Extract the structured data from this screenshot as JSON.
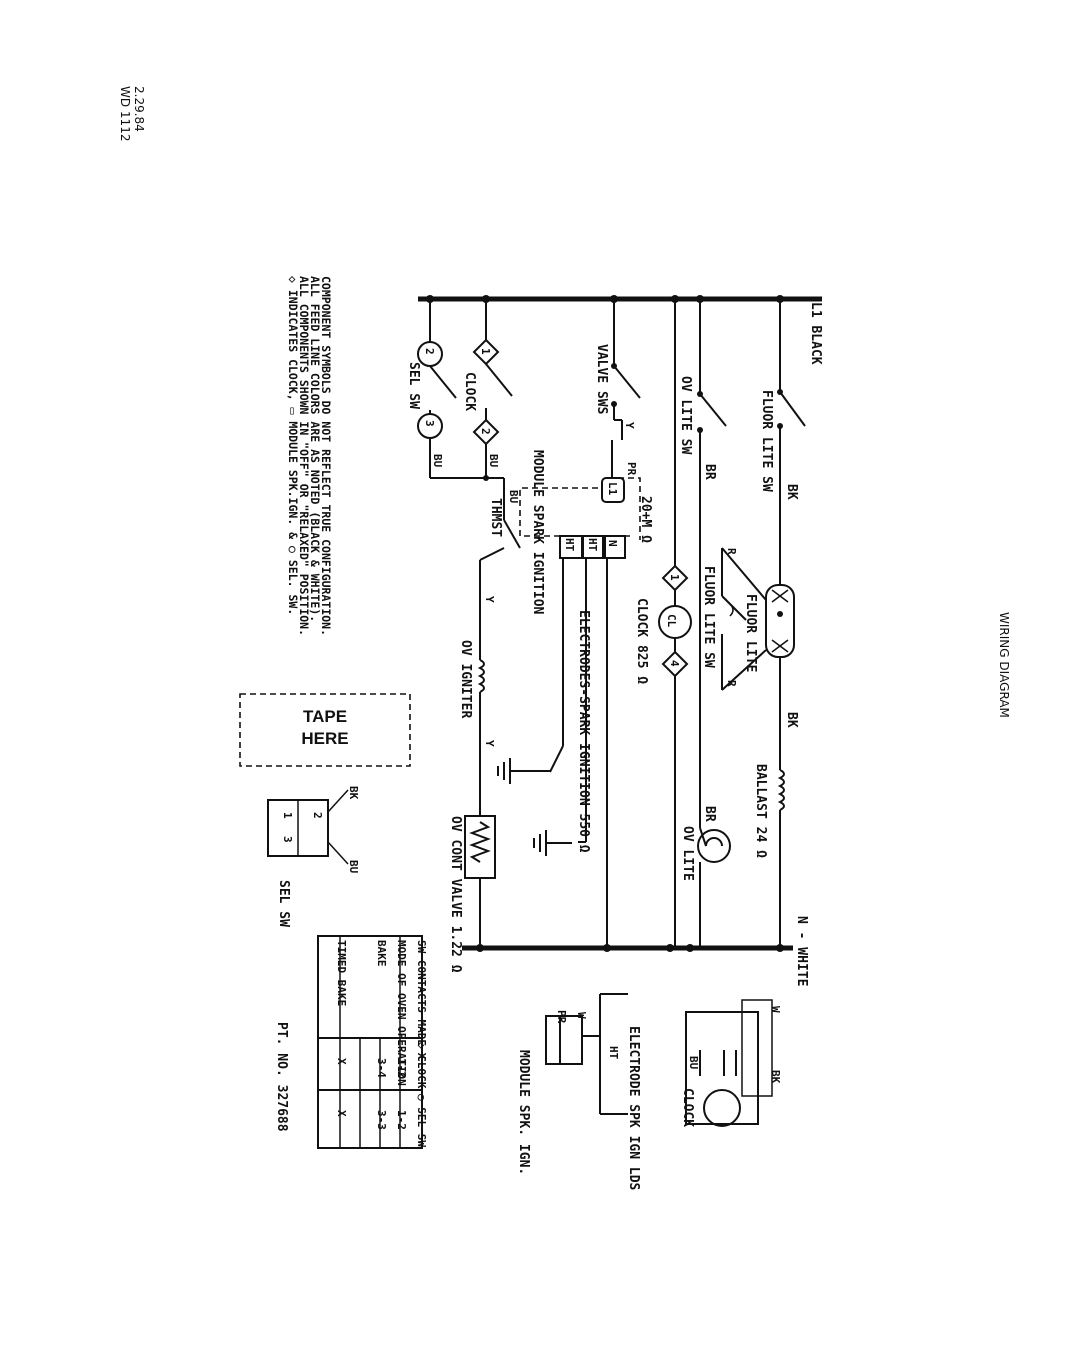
{
  "header": {
    "date": "2.29.84",
    "code": "WD 1112"
  },
  "title": "WIRING DIAGRAM",
  "bus": {
    "top": "L1 BLACK",
    "bottom": "N - WHITE"
  },
  "components": {
    "fluor_lite_sw": "FLUOR LITE SW",
    "fluor_lite": "FLUOR LITE",
    "fluor_lite_sw2": "FLUOR LITE SW",
    "ballast": "BALLAST 24 Ω",
    "ov_lite_sw": "OV LITE SW",
    "ov_lite": "OV LITE",
    "clock": "CLOCK 825 Ω",
    "clock_motor": "CL",
    "valve_sws": "VALVE SWS",
    "module": "MODULE SPARK IGNITION",
    "module_res": "20+M Ω",
    "l1_term": "L1",
    "n_term": "N",
    "ht_term": "HT",
    "electrodes": "ELECTRODES-SPARK IGNITION 550 Ω",
    "clock_sw": "CLOCK",
    "sel_sw": "SEL SW",
    "thmst": "THMST",
    "ov_igniter": "OV IGNITER",
    "ov_cont_valve": "OV CONT VALVE 1.22 Ω",
    "term_1": "1",
    "term_2": "2",
    "term_3": "3",
    "term_4": "4"
  },
  "wire_colors": {
    "bk": "BK",
    "br": "BR",
    "r": "R",
    "y": "Y",
    "pr": "PR",
    "bu": "BU",
    "w": "W"
  },
  "notes": [
    "COMPONENT SYMBOLS DO NOT REFLECT TRUE CONFIGURATION.",
    "ALL FEED LINE COLORS ARE AS NOTED (BLACK & WHITE).",
    "ALL COMPONENTS SHOWN IN \"OFF\" OR \"RELAXED\" POSITION.",
    "◇ INDICATES CLOCK, ▭ MODULE SPK.IGN. & ○ SEL. SW."
  ],
  "tape": [
    "TAPE",
    "HERE"
  ],
  "part_no": "PT. NO. 327688",
  "contact_table": {
    "headers": [
      "SW CONTACTS MADE X",
      "◇ CLOCK",
      "○ SEL SW"
    ],
    "rows": [
      [
        "MODE OF OVEN OPERATION",
        "1-2",
        "1-2"
      ],
      [
        "BAKE",
        "3-4",
        "3-3"
      ],
      [
        "TIMED BAKE",
        "X",
        "X"
      ]
    ]
  },
  "inset_labels": {
    "sel_sw": "SEL SW",
    "electrode": "ELECTRODE SPK IGN LDS",
    "module": "MODULE SPK. IGN.",
    "clock": "CLOCK"
  }
}
